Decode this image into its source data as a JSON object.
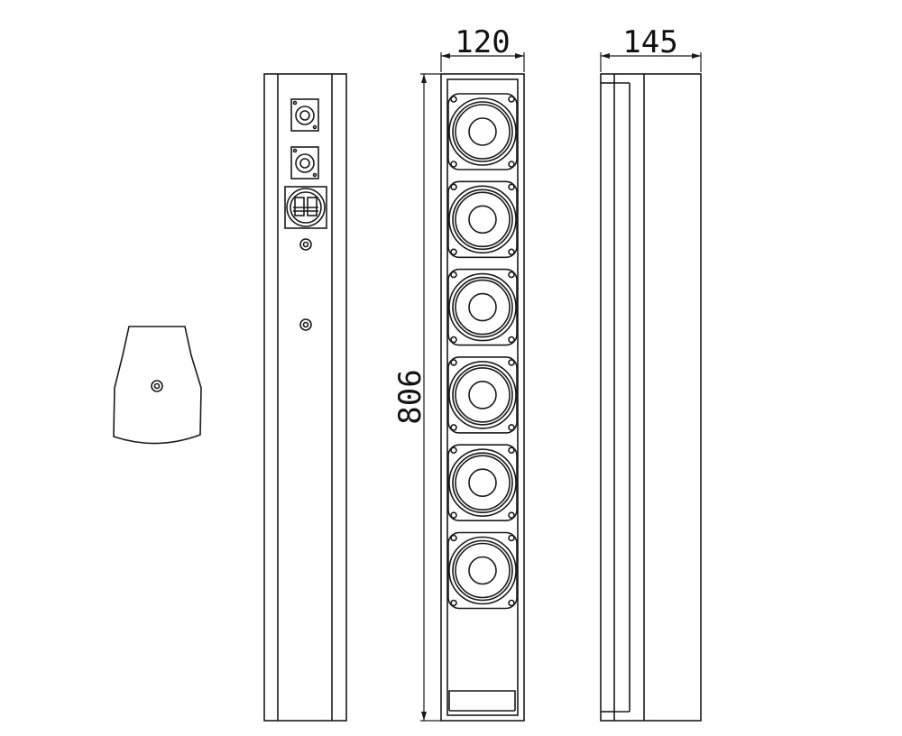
{
  "dimensions": {
    "width_front": "120",
    "width_side": "145",
    "height": "806"
  },
  "colors": {
    "line": "#1a1a1a",
    "background": "#ffffff"
  },
  "drivers": {
    "count": 6
  },
  "icons": {
    "connector": "speakon-connector-icon",
    "terminal": "binding-post-terminal-icon",
    "screw": "mounting-screw-icon"
  }
}
